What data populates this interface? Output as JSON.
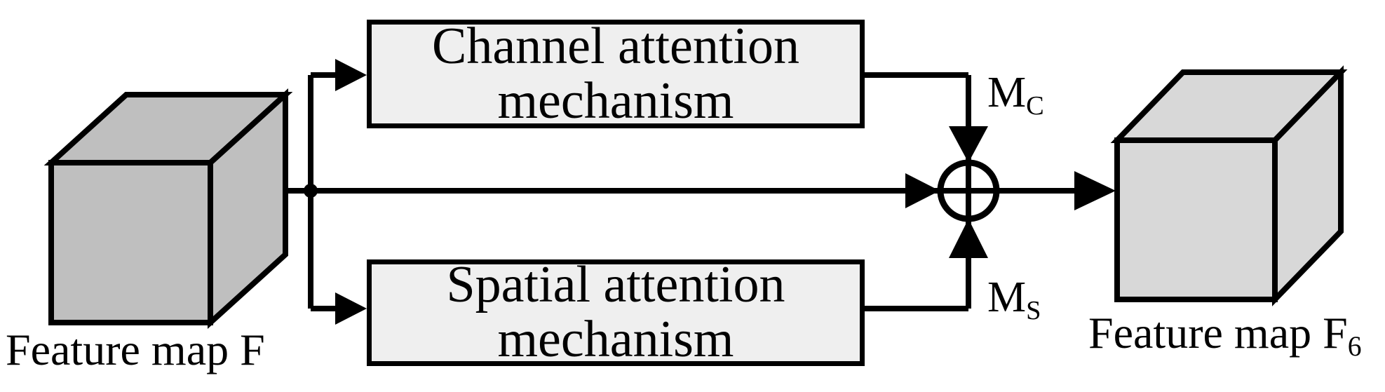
{
  "figure": {
    "type": "attention-module-flow-diagram",
    "left_cube_label": "Feature map F",
    "right_cube_label_base": "Feature map F",
    "right_cube_label_sub": "6",
    "boxes": {
      "channel": {
        "line1": "Channel attention",
        "line2": "mechanism"
      },
      "spatial": {
        "line1": "Spatial attention",
        "line2": "mechanism"
      }
    },
    "signals": {
      "mc_base": "M",
      "mc_sub": "C",
      "ms_base": "M",
      "ms_sub": "S"
    },
    "operator": "circled-plus-sum-node"
  },
  "colors": {
    "background": "#ffffff",
    "line": "#000000",
    "text": "#000000",
    "box_fill": "#efefef",
    "box_border": "#000000",
    "left_cube_fill": "#bfbfbf",
    "right_cube_fill": "#d8d8d8",
    "operator_fill": "#ffffff"
  }
}
